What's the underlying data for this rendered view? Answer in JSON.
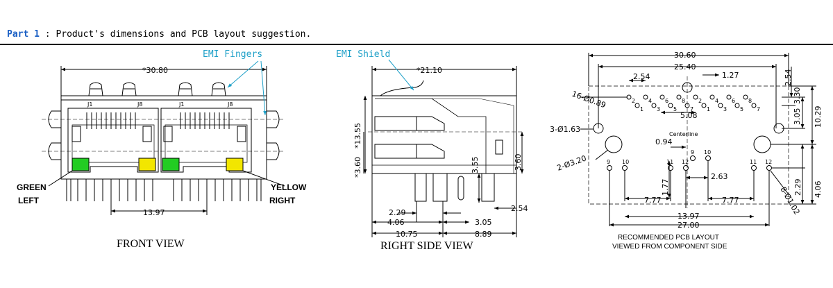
{
  "header": {
    "part": "Part 1",
    "separator": " : ",
    "text": "Product's dimensions and PCB layout suggestion."
  },
  "front_view": {
    "caption": "FRONT VIEW",
    "emi_label": "EMI Fingers",
    "width_dim": "*30.80",
    "pitch_dim": "13.97",
    "port_labels": [
      "J1",
      "J8",
      "J1",
      "J8"
    ],
    "green_label": [
      "GREEN",
      "LEFT"
    ],
    "yellow_label": [
      "YELLOW",
      "RIGHT"
    ],
    "led_colors": {
      "green": "#22cc22",
      "yellow": "#f2e600"
    }
  },
  "side_view": {
    "caption": "RIGHT SIDE VIEW",
    "emi_label": "EMI Shield",
    "depth_dim": "*21.10",
    "height_dim": "*13.55",
    "offset_dim": "*3.60",
    "pin_h_dim": "3.55",
    "right_h_dim": "3.60",
    "dims": [
      "2.29",
      "4.06",
      "3.05",
      "10.75",
      "8.89",
      "2.54"
    ]
  },
  "pcb_layout": {
    "caption_line1": "RECOMMENDED PCB LAYOUT",
    "caption_line2": "VIEWED FROM COMPONENT SIDE",
    "centerline_label": "Centerline",
    "top_dims": [
      "30.60",
      "25.40"
    ],
    "pitch_dims": [
      "2.54",
      "1.27",
      "5.08"
    ],
    "hole_dims": [
      "16-Ø0.89",
      "3-Ø1.63",
      "2-Ø3.20",
      "8-Ø1.02"
    ],
    "right_dims": [
      "2.54",
      "3.30",
      "3.05",
      "10.29",
      "2.29",
      "4.06"
    ],
    "inner_dims": [
      "0.94",
      "1.77",
      "2.63",
      "7.77",
      "7.77"
    ],
    "bottom_dims": [
      "13.97",
      "27.00"
    ],
    "pin_numbers_top": [
      "2",
      "4",
      "6",
      "8",
      "1",
      "3",
      "5",
      "7",
      "2",
      "4",
      "6",
      "8",
      "1",
      "3",
      "5",
      "7"
    ],
    "pin_numbers_led": [
      "9",
      "10",
      "11",
      "12",
      "9",
      "10",
      "11",
      "12"
    ]
  }
}
